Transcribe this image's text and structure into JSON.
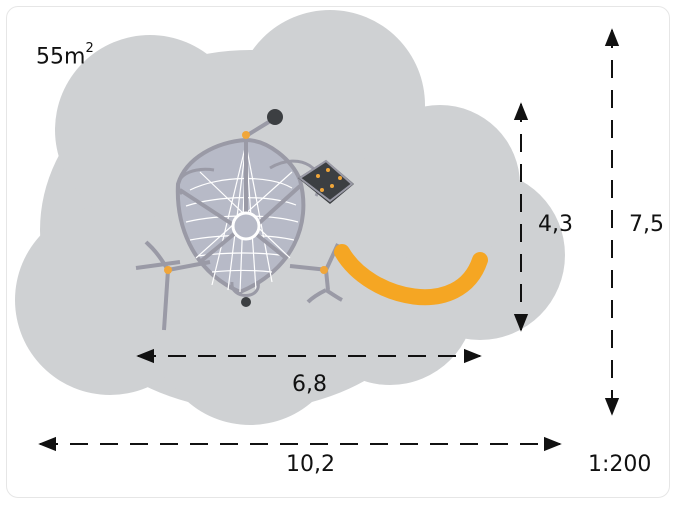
{
  "area": {
    "value": "55m",
    "sup": "2"
  },
  "dimensions": {
    "inner_width": "6,8",
    "inner_depth": "4,3",
    "outer_width": "10,2",
    "outer_depth": "7,5"
  },
  "scale": "1:200",
  "colors": {
    "safety_zone": "#cfd1d3",
    "slide": "#f5a623",
    "frame_steel": "#9a9aa6",
    "net": "#ffffff",
    "joint": "#f0a63a",
    "dark_panel": "#3c3f42",
    "dimension_line": "#111111"
  }
}
